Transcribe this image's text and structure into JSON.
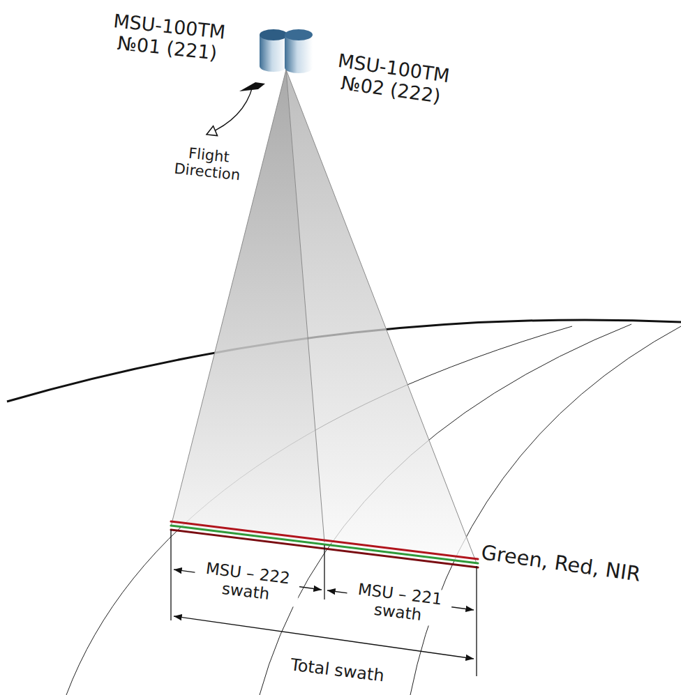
{
  "diagram": {
    "labels": [
      "MSU-100TM №01 (221)",
      "MSU-100TM №02 (222)",
      "Flight Direction",
      "MSU – 222 swath",
      "MSU – 221 swath",
      "Total swath",
      "Green, Red, NIR"
    ]
  }
}
